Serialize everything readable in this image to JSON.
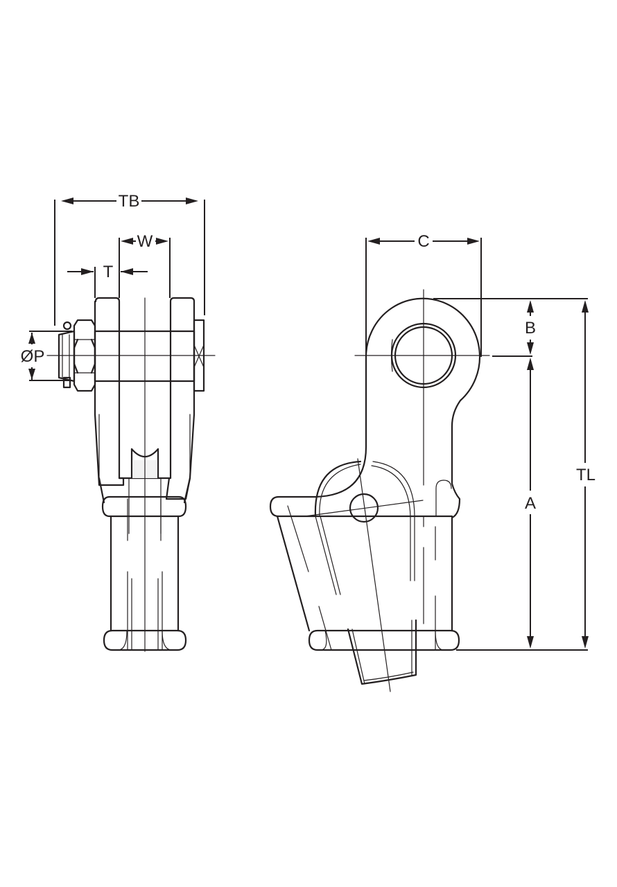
{
  "labels": {
    "tb": "TB",
    "w": "W",
    "t": "T",
    "op": "ØP",
    "c": "C",
    "b": "B",
    "a": "A",
    "tl": "TL"
  },
  "colors": {
    "line": "#231f20",
    "background": "#ffffff"
  }
}
